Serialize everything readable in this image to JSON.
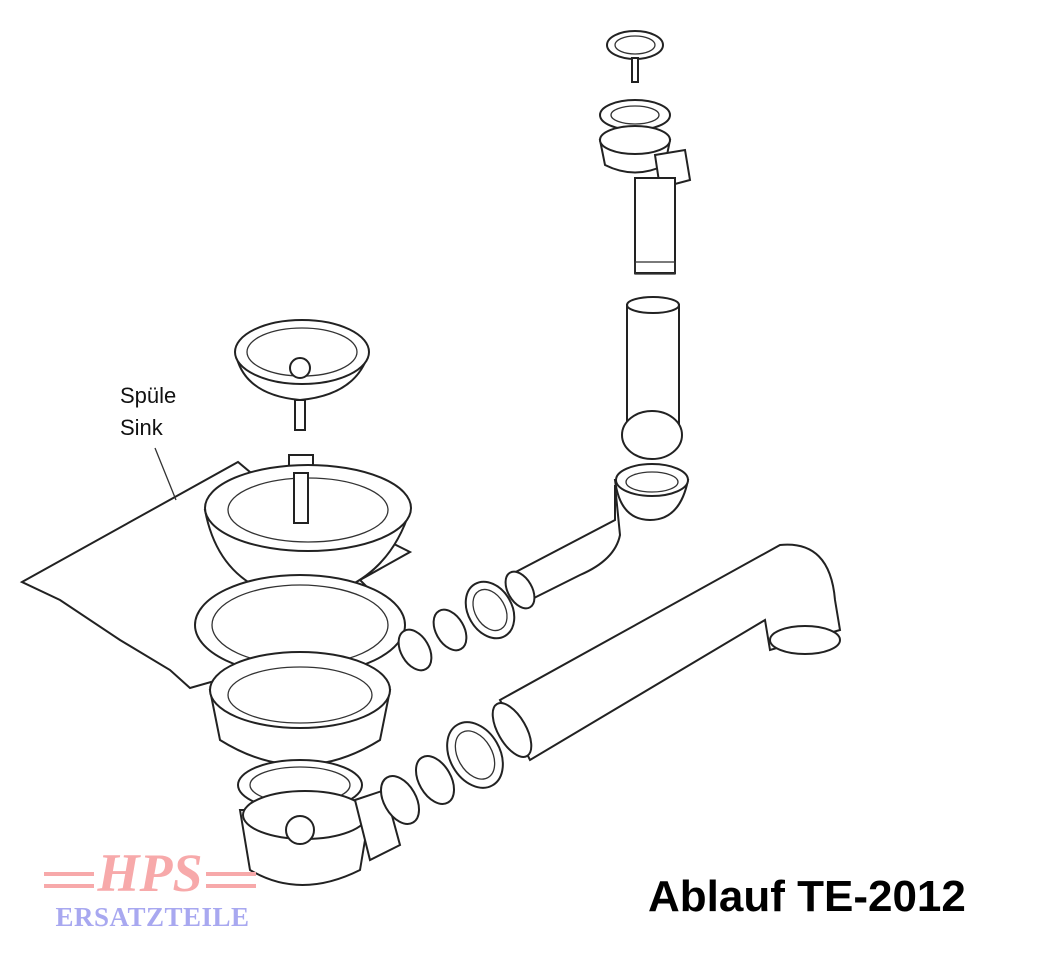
{
  "labels": {
    "sink_de": "Spüle",
    "sink_en": "Sink"
  },
  "title": "Ablauf TE-2012",
  "logo": {
    "main": "HPS",
    "sub": "ERSATZTEILE",
    "main_color": "#f7a9aa",
    "sub_color": "#a8a8f0"
  }
}
